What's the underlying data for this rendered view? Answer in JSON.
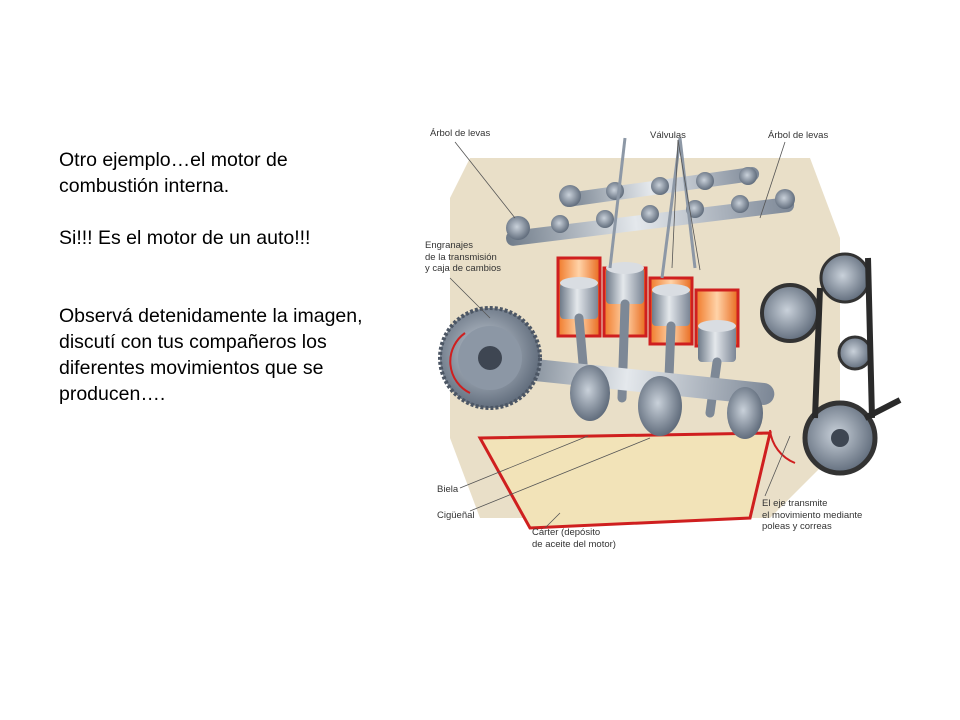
{
  "text": {
    "line1": "Otro ejemplo…el motor de combustión interna.",
    "line2": "Si!!! Es el motor de un auto!!!",
    "line3": "Observá detenidamente la imagen, discutí con tus compañeros los diferentes movimientos que se producen…."
  },
  "figure": {
    "labels": {
      "arbol_levas_left": "Árbol de levas",
      "valvulas": "Válvulas",
      "arbol_levas_right": "Árbol de levas",
      "engranajes": "Engranajes\nde la transmisión\ny caja de cambios",
      "biela": "Biela",
      "ciguenal": "Cigüeñal",
      "carter": "Cárter (depósito\nde aceite del motor)",
      "eje": "El eje transmite\nel movimiento mediante\npoleas y correas"
    }
  }
}
